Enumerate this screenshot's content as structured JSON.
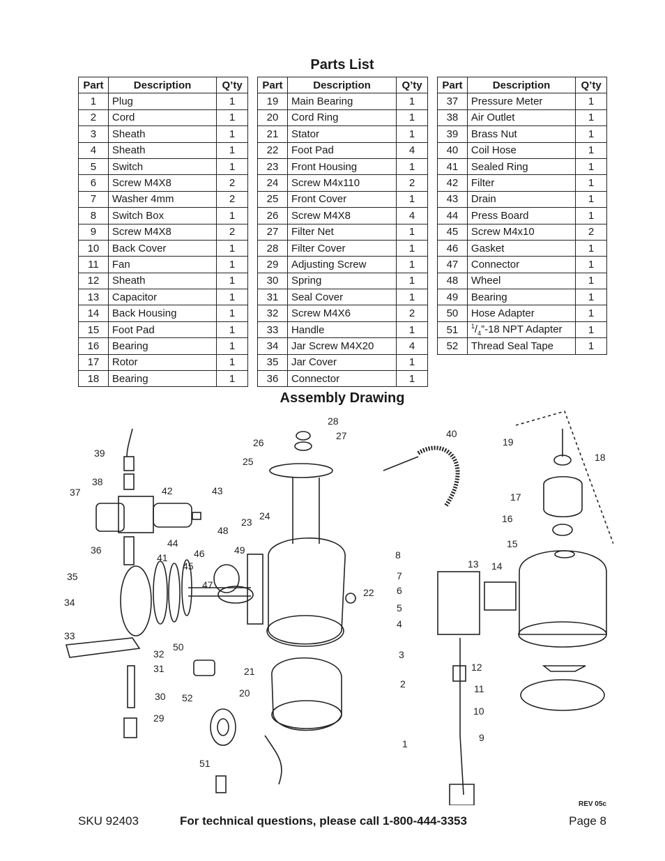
{
  "headings": {
    "parts_list": "Parts List",
    "assembly_drawing": "Assembly Drawing"
  },
  "table_headers": {
    "part": "Part",
    "description": "Description",
    "qty": "Q’ty"
  },
  "parts": [
    [
      {
        "part": "1",
        "desc": "Plug",
        "qty": "1"
      },
      {
        "part": "2",
        "desc": "Cord",
        "qty": "1"
      },
      {
        "part": "3",
        "desc": "Sheath",
        "qty": "1"
      },
      {
        "part": "4",
        "desc": "Sheath",
        "qty": "1"
      },
      {
        "part": "5",
        "desc": "Switch",
        "qty": "1"
      },
      {
        "part": "6",
        "desc": "Screw M4X8",
        "qty": "2"
      },
      {
        "part": "7",
        "desc": "Washer 4mm",
        "qty": "2"
      },
      {
        "part": "8",
        "desc": "Switch Box",
        "qty": "1"
      },
      {
        "part": "9",
        "desc": "Screw M4X8",
        "qty": "2"
      },
      {
        "part": "10",
        "desc": "Back Cover",
        "qty": "1"
      },
      {
        "part": "11",
        "desc": "Fan",
        "qty": "1"
      },
      {
        "part": "12",
        "desc": "Sheath",
        "qty": "1"
      },
      {
        "part": "13",
        "desc": "Capacitor",
        "qty": "1"
      },
      {
        "part": "14",
        "desc": "Back Housing",
        "qty": "1"
      },
      {
        "part": "15",
        "desc": "Foot Pad",
        "qty": "1"
      },
      {
        "part": "16",
        "desc": "Bearing",
        "qty": "1"
      },
      {
        "part": "17",
        "desc": "Rotor",
        "qty": "1"
      },
      {
        "part": "18",
        "desc": "Bearing",
        "qty": "1"
      }
    ],
    [
      {
        "part": "19",
        "desc": "Main Bearing",
        "qty": "1"
      },
      {
        "part": "20",
        "desc": "Cord Ring",
        "qty": "1"
      },
      {
        "part": "21",
        "desc": "Stator",
        "qty": "1"
      },
      {
        "part": "22",
        "desc": "Foot Pad",
        "qty": "4"
      },
      {
        "part": "23",
        "desc": "Front Housing",
        "qty": "1"
      },
      {
        "part": "24",
        "desc": "Screw M4x110",
        "qty": "2"
      },
      {
        "part": "25",
        "desc": "Front Cover",
        "qty": "1"
      },
      {
        "part": "26",
        "desc": "Screw M4X8",
        "qty": "4"
      },
      {
        "part": "27",
        "desc": "Filter Net",
        "qty": "1"
      },
      {
        "part": "28",
        "desc": "Filter Cover",
        "qty": "1"
      },
      {
        "part": "29",
        "desc": "Adjusting Screw",
        "qty": "1"
      },
      {
        "part": "30",
        "desc": "Spring",
        "qty": "1"
      },
      {
        "part": "31",
        "desc": "Seal Cover",
        "qty": "1"
      },
      {
        "part": "32",
        "desc": "Screw M4X6",
        "qty": "2"
      },
      {
        "part": "33",
        "desc": "Handle",
        "qty": "1"
      },
      {
        "part": "34",
        "desc": "Jar Screw M4X20",
        "qty": "4"
      },
      {
        "part": "35",
        "desc": "Jar Cover",
        "qty": "1"
      },
      {
        "part": "36",
        "desc": "Connector",
        "qty": "1"
      }
    ],
    [
      {
        "part": "37",
        "desc": "Pressure Meter",
        "qty": "1"
      },
      {
        "part": "38",
        "desc": "Air Outlet",
        "qty": "1"
      },
      {
        "part": "39",
        "desc": "Brass Nut",
        "qty": "1"
      },
      {
        "part": "40",
        "desc": "Coil Hose",
        "qty": "1"
      },
      {
        "part": "41",
        "desc": "Sealed Ring",
        "qty": "1"
      },
      {
        "part": "42",
        "desc": "Filter",
        "qty": "1"
      },
      {
        "part": "43",
        "desc": "Drain",
        "qty": "1"
      },
      {
        "part": "44",
        "desc": "Press Board",
        "qty": "1"
      },
      {
        "part": "45",
        "desc": "Screw M4x10",
        "qty": "2"
      },
      {
        "part": "46",
        "desc": "Gasket",
        "qty": "1"
      },
      {
        "part": "47",
        "desc": "Connector",
        "qty": "1"
      },
      {
        "part": "48",
        "desc": "Wheel",
        "qty": "1"
      },
      {
        "part": "49",
        "desc": "Bearing",
        "qty": "1"
      },
      {
        "part": "50",
        "desc": "Hose Adapter",
        "qty": "1"
      },
      {
        "part": "51",
        "desc": "1/4”-18 NPT Adapter",
        "qty": "1"
      },
      {
        "part": "52",
        "desc": "Thread Seal Tape",
        "qty": "1"
      }
    ]
  ],
  "callouts": [
    "1",
    "2",
    "3",
    "4",
    "5",
    "6",
    "7",
    "8",
    "9",
    "10",
    "11",
    "12",
    "13",
    "14",
    "15",
    "16",
    "17",
    "18",
    "19",
    "20",
    "21",
    "22",
    "23",
    "24",
    "25",
    "26",
    "27",
    "28",
    "29",
    "30",
    "31",
    "32",
    "33",
    "34",
    "35",
    "36",
    "37",
    "38",
    "39",
    "40",
    "41",
    "42",
    "43",
    "44",
    "45",
    "46",
    "47",
    "48",
    "49",
    "50",
    "51",
    "52"
  ],
  "footer": {
    "sku": "SKU 92403",
    "tech": "For technical questions, please call 1-800-444-3353",
    "page": "Page 8",
    "rev": "REV 05c"
  }
}
